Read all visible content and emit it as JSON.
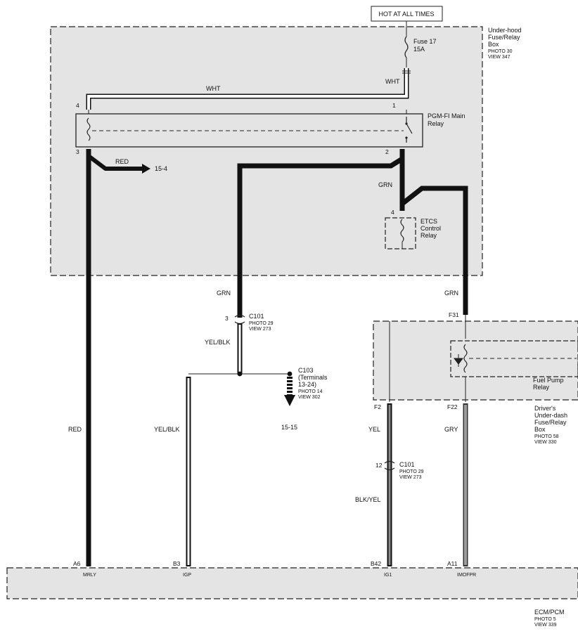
{
  "source": {
    "label": "HOT AT ALL TIMES"
  },
  "underhood_box": {
    "name_lines": [
      "Under-hood",
      "Fuse/Relay",
      "Box"
    ],
    "photo": "PHOTO 30",
    "view": "VIEW 347",
    "fuse_name": "Fuse 17",
    "fuse_rating": "15A"
  },
  "main_relay": {
    "name_lines": [
      "PGM-FI Main",
      "Relay"
    ],
    "pins": {
      "p1": "1",
      "p2": "2",
      "p3": "3",
      "p4": "4"
    }
  },
  "etcs_relay": {
    "name_lines": [
      "ETCS",
      "Control",
      "Relay"
    ],
    "pin": "4"
  },
  "wires": {
    "wht_top": "WHT",
    "wht_fuse": "WHT",
    "red_branch": "RED",
    "red_branch_ref": "15-4",
    "grn_etcs": "GRN",
    "grn_left": "GRN",
    "grn_right": "GRN",
    "yel_blk_upper": "YEL/BLK",
    "yel_blk_lower": "YEL/BLK",
    "red_main": "RED",
    "yel": "YEL",
    "blk_yel": "BLK/YEL",
    "gry": "GRY"
  },
  "c101_top": {
    "pin": "3",
    "name": "C101",
    "photo": "PHOTO 29",
    "view": "VIEW 273"
  },
  "c103": {
    "name": "C103",
    "sub_lines": [
      "(Terminals",
      "13-24)"
    ],
    "photo": "PHOTO 14",
    "view": "VIEW 302",
    "ref": "15-15"
  },
  "underdash_box": {
    "relay_name_lines": [
      "Fuel Pump",
      "Relay"
    ],
    "name_lines": [
      "Driver's",
      "Under-dash",
      "Fuse/Relay",
      "Box"
    ],
    "photo": "PHOTO 58",
    "view": "VIEW 330",
    "pin_f31": "F31",
    "pin_f2": "F2",
    "pin_f22": "F22"
  },
  "c101_bottom": {
    "pin": "12",
    "name": "C101",
    "photo": "PHOTO 29",
    "view": "VIEW 273"
  },
  "ecm": {
    "name": "ECM/PCM",
    "photo": "PHOTO 5",
    "view": "VIEW 339",
    "terminals": [
      {
        "pin": "A6",
        "signal": "MRLY"
      },
      {
        "pin": "B3",
        "signal": "IGP"
      },
      {
        "pin": "B42",
        "signal": "IG1"
      },
      {
        "pin": "A11",
        "signal": "IMOFPR"
      }
    ]
  }
}
